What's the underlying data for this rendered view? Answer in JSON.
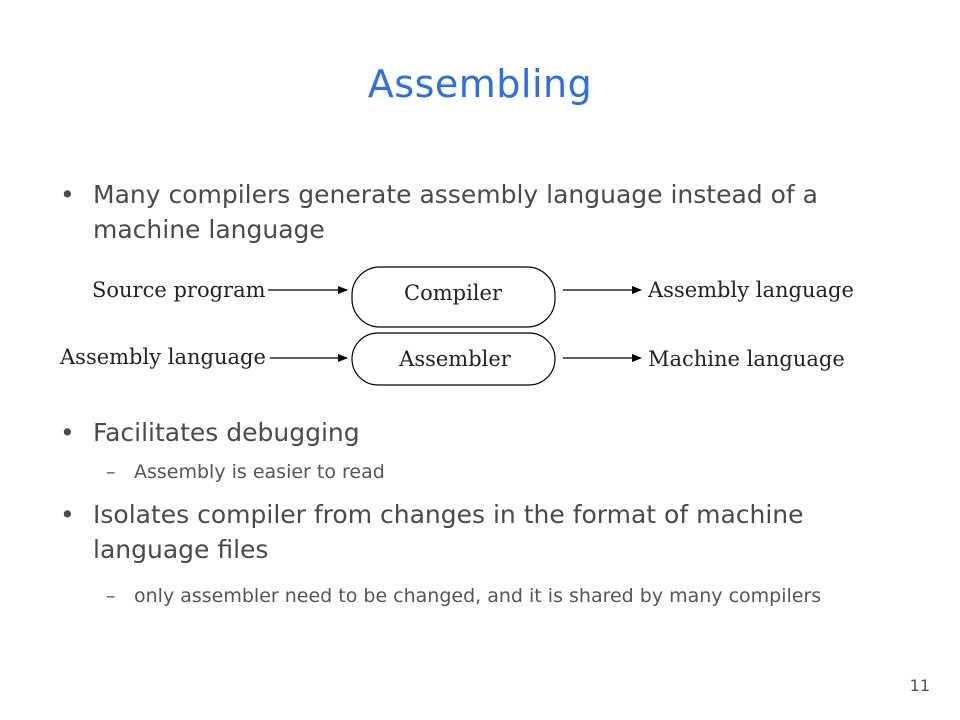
{
  "slide": {
    "title": "Assembling",
    "page_number": "11"
  },
  "bullets": [
    {
      "marker": "•",
      "text": "Many compilers generate assembly language instead of a machine language"
    },
    {
      "marker": "•",
      "text": "Facilitates debugging",
      "sub": {
        "marker": "–",
        "text": "Assembly is easier to read"
      }
    },
    {
      "marker": "•",
      "text": "Isolates compiler from changes in the format of machine language files",
      "sub": {
        "marker": "–",
        "text": "only assembler need to be changed, and it is shared by many compilers"
      }
    }
  ],
  "diagram": {
    "rows": [
      {
        "input": "Source program",
        "process": "Compiler",
        "output": "Assembly language"
      },
      {
        "input": "Assembly language",
        "process": "Assembler",
        "output": "Machine language"
      }
    ]
  },
  "colors": {
    "title": "#2d6ee8",
    "body_text": "#4a4a4a",
    "diagram_stroke": "#000000"
  }
}
